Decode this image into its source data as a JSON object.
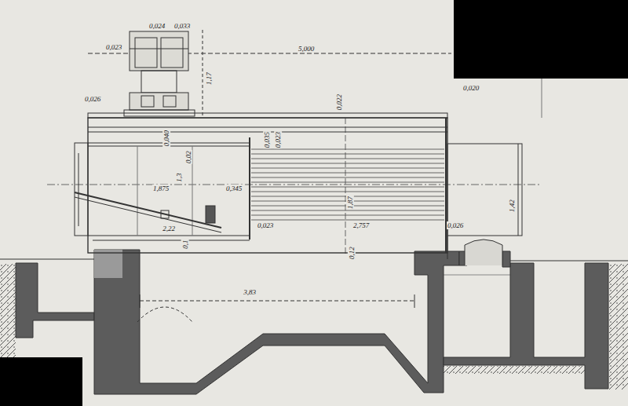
{
  "diagram": {
    "labels": [
      "5,000",
      "0,024",
      "0,033",
      "0,023",
      "1,17",
      "0,026",
      "0,022",
      "0,020",
      "0,040",
      "0,035",
      "0,023",
      "0,02",
      "1,3",
      "1,875",
      "0,345",
      "1,87",
      "1,42",
      "2,22",
      "0,023",
      "2,757",
      "0,026",
      "0,1",
      "0,12",
      "3,83"
    ]
  }
}
